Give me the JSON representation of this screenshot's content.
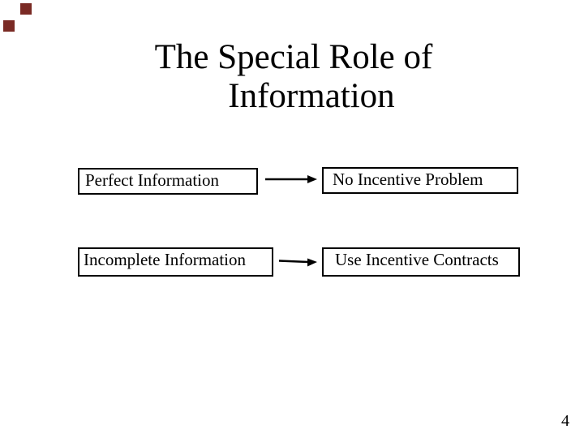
{
  "slide": {
    "background_color": "#ffffff",
    "text_color": "#000000",
    "decor": {
      "color": "#7a2a24"
    },
    "title": {
      "line1": "The Special Role of",
      "line2": "Information"
    },
    "page_number": "4"
  },
  "diagram": {
    "arrow_color": "#000000",
    "box_border_color": "#000000",
    "rows": [
      {
        "cause": "Perfect Information",
        "effect": "No Incentive Problem"
      },
      {
        "cause": "Incomplete Information",
        "effect": "Use Incentive Contracts"
      }
    ]
  }
}
